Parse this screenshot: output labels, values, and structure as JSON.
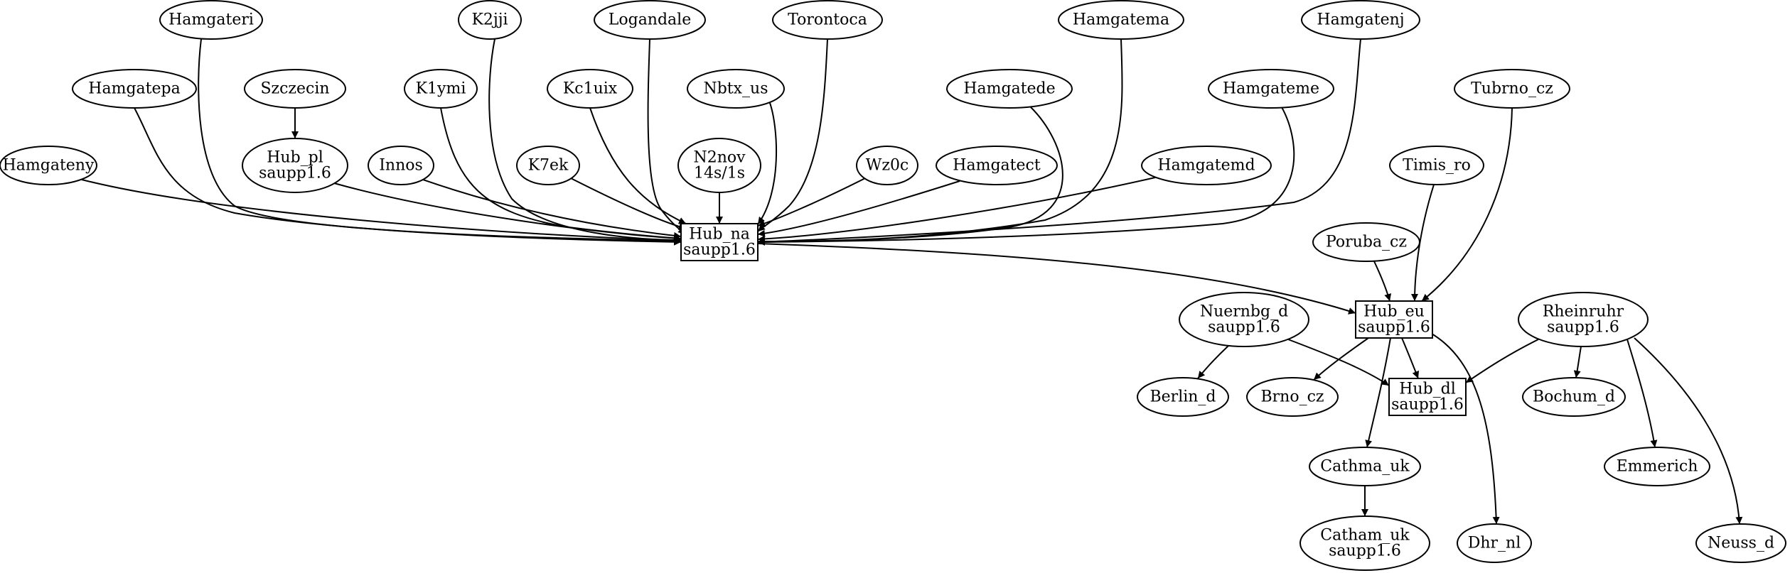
{
  "graph": {
    "nodes": [
      {
        "id": "Hamgateri",
        "label": [
          "Hamgateri"
        ],
        "shape": "ellipse"
      },
      {
        "id": "K2jji",
        "label": [
          "K2jji"
        ],
        "shape": "ellipse"
      },
      {
        "id": "Logandale",
        "label": [
          "Logandale"
        ],
        "shape": "ellipse"
      },
      {
        "id": "Torontoca",
        "label": [
          "Torontoca"
        ],
        "shape": "ellipse"
      },
      {
        "id": "Hamgatema",
        "label": [
          "Hamgatema"
        ],
        "shape": "ellipse"
      },
      {
        "id": "Hamgatenj",
        "label": [
          "Hamgatenj"
        ],
        "shape": "ellipse"
      },
      {
        "id": "Hamgatepa",
        "label": [
          "Hamgatepa"
        ],
        "shape": "ellipse"
      },
      {
        "id": "Szczecin",
        "label": [
          "Szczecin"
        ],
        "shape": "ellipse"
      },
      {
        "id": "K1ymi",
        "label": [
          "K1ymi"
        ],
        "shape": "ellipse"
      },
      {
        "id": "Kc1uix",
        "label": [
          "Kc1uix"
        ],
        "shape": "ellipse"
      },
      {
        "id": "Nbtx_us",
        "label": [
          "Nbtx_us"
        ],
        "shape": "ellipse"
      },
      {
        "id": "Hamgatede",
        "label": [
          "Hamgatede"
        ],
        "shape": "ellipse"
      },
      {
        "id": "Hamgateme",
        "label": [
          "Hamgateme"
        ],
        "shape": "ellipse"
      },
      {
        "id": "Tubrno_cz",
        "label": [
          "Tubrno_cz"
        ],
        "shape": "ellipse"
      },
      {
        "id": "Hamgateny",
        "label": [
          "Hamgateny"
        ],
        "shape": "ellipse"
      },
      {
        "id": "Hub_pl",
        "label": [
          "Hub_pl",
          "saupp1.6"
        ],
        "shape": "ellipse"
      },
      {
        "id": "Innos",
        "label": [
          "Innos"
        ],
        "shape": "ellipse"
      },
      {
        "id": "K7ek",
        "label": [
          "K7ek"
        ],
        "shape": "ellipse"
      },
      {
        "id": "N2nov",
        "label": [
          "N2nov",
          "14s/1s"
        ],
        "shape": "ellipse"
      },
      {
        "id": "Wz0c",
        "label": [
          "Wz0c"
        ],
        "shape": "ellipse"
      },
      {
        "id": "Hamgatect",
        "label": [
          "Hamgatect"
        ],
        "shape": "ellipse"
      },
      {
        "id": "Hamgatemd",
        "label": [
          "Hamgatemd"
        ],
        "shape": "ellipse"
      },
      {
        "id": "Timis_ro",
        "label": [
          "Timis_ro"
        ],
        "shape": "ellipse"
      },
      {
        "id": "Hub_na",
        "label": [
          "Hub_na",
          "saupp1.6"
        ],
        "shape": "box"
      },
      {
        "id": "Poruba_cz",
        "label": [
          "Poruba_cz"
        ],
        "shape": "ellipse"
      },
      {
        "id": "Nuernbg_d",
        "label": [
          "Nuernbg_d",
          "saupp1.6"
        ],
        "shape": "ellipse"
      },
      {
        "id": "Hub_eu",
        "label": [
          "Hub_eu",
          "saupp1.6"
        ],
        "shape": "box"
      },
      {
        "id": "Rheinruhr",
        "label": [
          "Rheinruhr",
          "saupp1.6"
        ],
        "shape": "ellipse"
      },
      {
        "id": "Berlin_d",
        "label": [
          "Berlin_d"
        ],
        "shape": "ellipse"
      },
      {
        "id": "Brno_cz",
        "label": [
          "Brno_cz"
        ],
        "shape": "ellipse"
      },
      {
        "id": "Hub_dl",
        "label": [
          "Hub_dl",
          "saupp1.6"
        ],
        "shape": "box"
      },
      {
        "id": "Bochum_d",
        "label": [
          "Bochum_d"
        ],
        "shape": "ellipse"
      },
      {
        "id": "Cathma_uk",
        "label": [
          "Cathma_uk"
        ],
        "shape": "ellipse"
      },
      {
        "id": "Emmerich",
        "label": [
          "Emmerich"
        ],
        "shape": "ellipse"
      },
      {
        "id": "Catham_uk",
        "label": [
          "Catham_uk",
          "saupp1.6"
        ],
        "shape": "ellipse"
      },
      {
        "id": "Dhr_nl",
        "label": [
          "Dhr_nl"
        ],
        "shape": "ellipse"
      },
      {
        "id": "Neuss_d",
        "label": [
          "Neuss_d"
        ],
        "shape": "ellipse"
      }
    ],
    "edges": [
      {
        "from": "Hamgateri",
        "to": "Hub_na"
      },
      {
        "from": "K2jji",
        "to": "Hub_na"
      },
      {
        "from": "Logandale",
        "to": "Hub_na"
      },
      {
        "from": "Torontoca",
        "to": "Hub_na"
      },
      {
        "from": "Hamgatema",
        "to": "Hub_na"
      },
      {
        "from": "Hamgatenj",
        "to": "Hub_na"
      },
      {
        "from": "Hamgatepa",
        "to": "Hub_na"
      },
      {
        "from": "Szczecin",
        "to": "Hub_pl"
      },
      {
        "from": "K1ymi",
        "to": "Hub_na"
      },
      {
        "from": "Kc1uix",
        "to": "Hub_na"
      },
      {
        "from": "Nbtx_us",
        "to": "Hub_na"
      },
      {
        "from": "Hamgatede",
        "to": "Hub_na"
      },
      {
        "from": "Hamgateme",
        "to": "Hub_na"
      },
      {
        "from": "Hamgateny",
        "to": "Hub_na"
      },
      {
        "from": "Hub_pl",
        "to": "Hub_na"
      },
      {
        "from": "Innos",
        "to": "Hub_na"
      },
      {
        "from": "K7ek",
        "to": "Hub_na"
      },
      {
        "from": "N2nov",
        "to": "Hub_na"
      },
      {
        "from": "Wz0c",
        "to": "Hub_na"
      },
      {
        "from": "Hamgatect",
        "to": "Hub_na"
      },
      {
        "from": "Hamgatemd",
        "to": "Hub_na"
      },
      {
        "from": "Hub_na",
        "to": "Hub_eu"
      },
      {
        "from": "Tubrno_cz",
        "to": "Hub_eu"
      },
      {
        "from": "Timis_ro",
        "to": "Hub_eu"
      },
      {
        "from": "Poruba_cz",
        "to": "Hub_eu"
      },
      {
        "from": "Nuernbg_d",
        "to": "Berlin_d"
      },
      {
        "from": "Nuernbg_d",
        "to": "Hub_dl"
      },
      {
        "from": "Hub_eu",
        "to": "Brno_cz"
      },
      {
        "from": "Hub_eu",
        "to": "Hub_dl"
      },
      {
        "from": "Hub_eu",
        "to": "Cathma_uk"
      },
      {
        "from": "Hub_eu",
        "to": "Dhr_nl"
      },
      {
        "from": "Rheinruhr",
        "to": "Hub_dl"
      },
      {
        "from": "Rheinruhr",
        "to": "Bochum_d"
      },
      {
        "from": "Rheinruhr",
        "to": "Emmerich"
      },
      {
        "from": "Rheinruhr",
        "to": "Neuss_d"
      },
      {
        "from": "Cathma_uk",
        "to": "Catham_uk"
      }
    ]
  }
}
